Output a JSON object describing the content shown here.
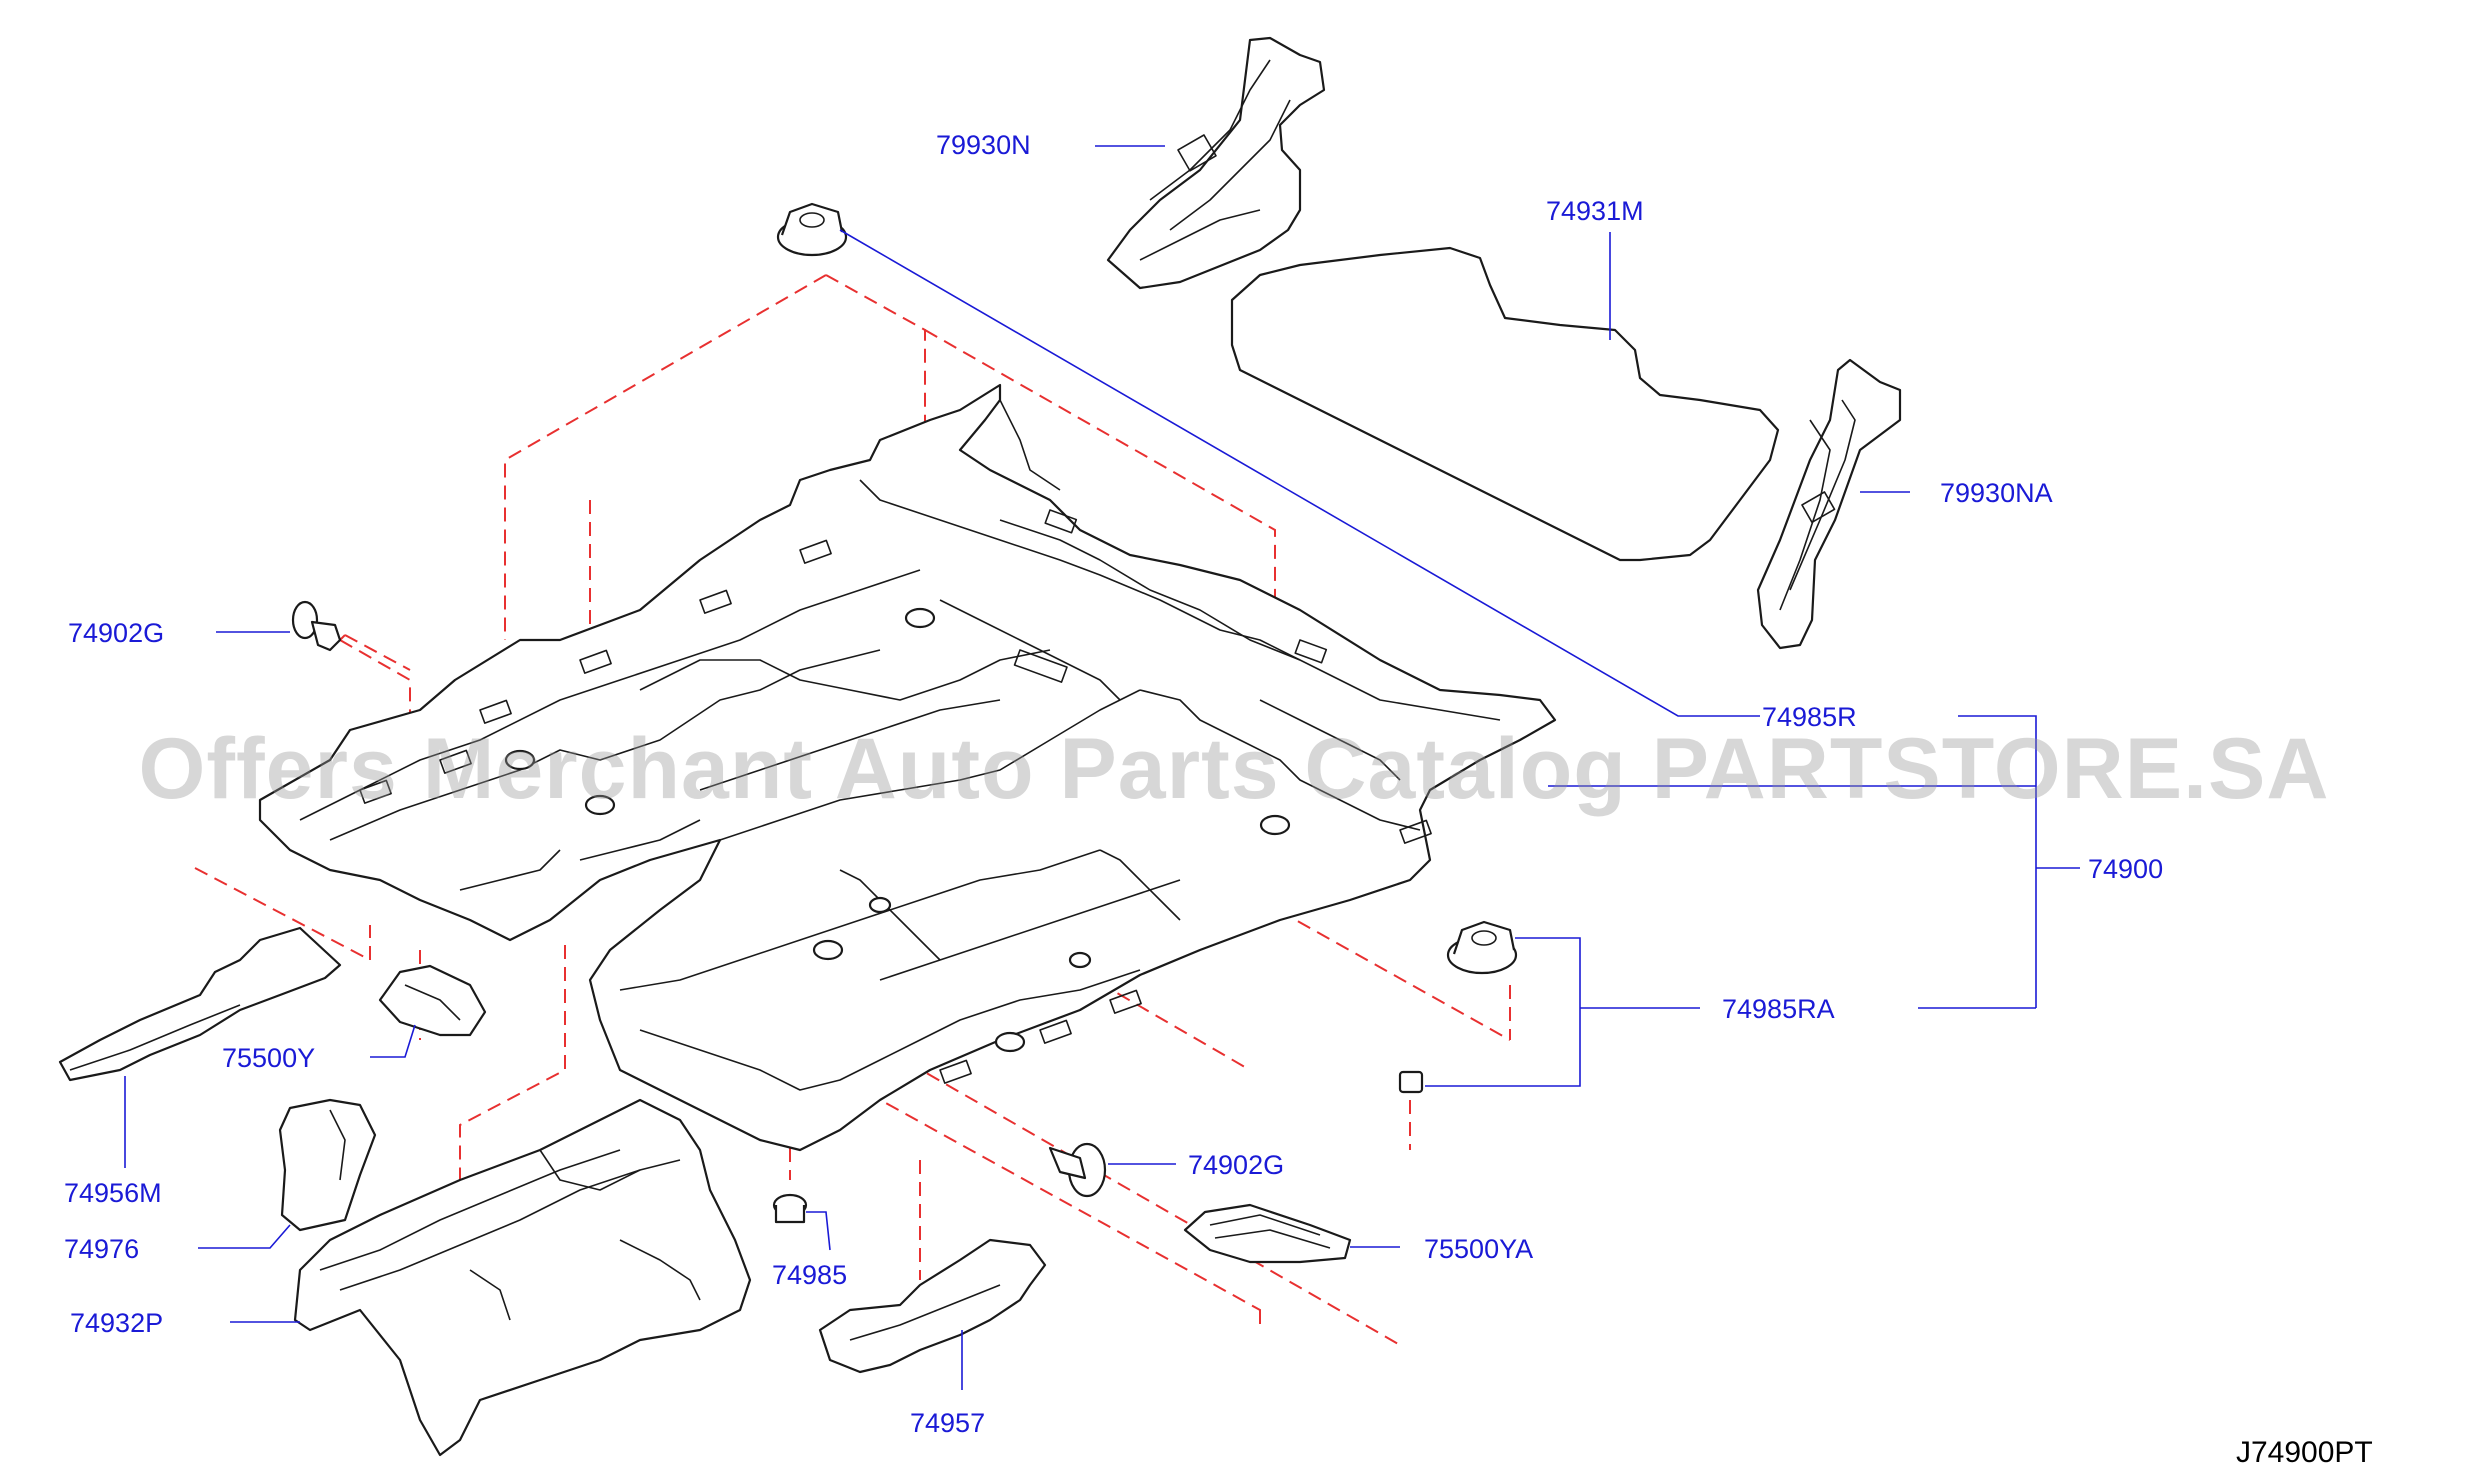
{
  "parts": {
    "p79930N": "79930N",
    "p74931M": "74931M",
    "p79930NA": "79930NA",
    "p74902G_a": "74902G",
    "p74985R": "74985R",
    "p74900": "74900",
    "p74985RA": "74985RA",
    "p75500Y": "75500Y",
    "p74956M": "74956M",
    "p74976": "74976",
    "p74932P": "74932P",
    "p74902G_b": "74902G",
    "p74985": "74985",
    "p75500YA": "75500YA",
    "p74957": "74957"
  },
  "diagram_code": "J74900PT",
  "watermark": "Offers Merchant Auto Parts Catalog PARTSTORE.SA",
  "colors": {
    "label": "#1a1ad6",
    "leader": "#1a1ad6",
    "dash": "#e83030",
    "outline": "#1a1a1a"
  }
}
